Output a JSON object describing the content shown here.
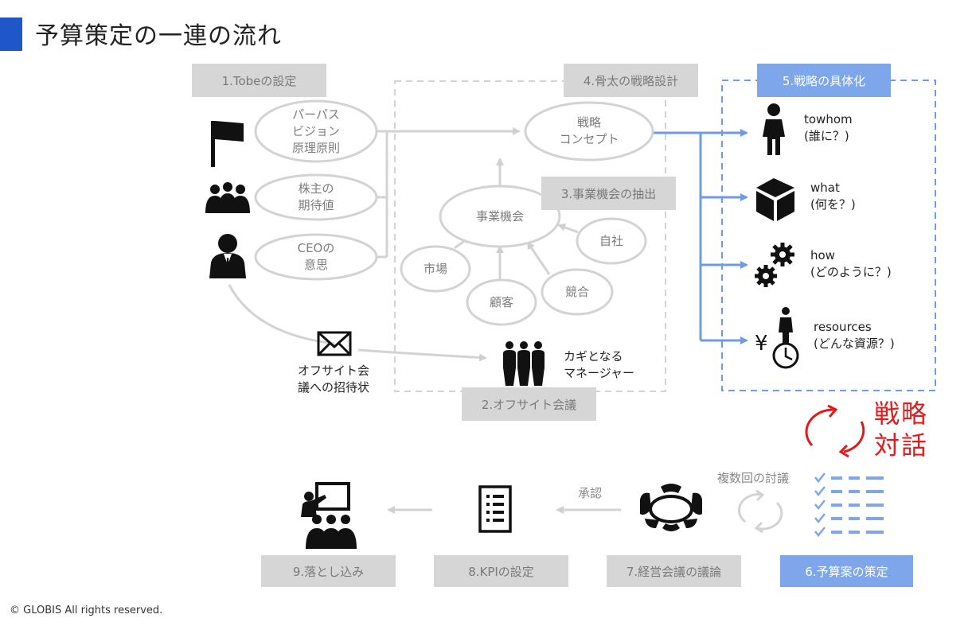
{
  "title": "予算策定の一連の流れ",
  "copyright": "© GLOBIS All rights reserved.",
  "steps": {
    "s1": "1.Tobeの設定",
    "s2": "2.オフサイト会議",
    "s3": "3.事業機会の抽出",
    "s4": "4.骨太の戦略設計",
    "s5": "5.戦略の具体化",
    "s6": "6.予算案の策定",
    "s7": "7.経営会議の議論",
    "s8": "8.KPIの設定",
    "s9": "9.落とし込み"
  },
  "ovals": {
    "purpose": "パーパス\nビジョン\n原理原則",
    "shareholder": "株主の\n期待値",
    "ceo": "CEOの\n意思",
    "concept": "戦略\nコンセプト",
    "opportunity": "事業機会",
    "market": "市場",
    "customer": "顧客",
    "competitor": "競合",
    "company": "自社"
  },
  "labels": {
    "invite": "オフサイト会\n議への招待状",
    "managers": "カギとなる\nマネージャー",
    "towhom": "towhom\n(誰に？)",
    "what": "what\n(何を？)",
    "how": "how\n(どのように？)",
    "resources": "resources\n(どんな資源？)",
    "dialogue": "戦略\n対話",
    "discussions": "複数回の討議",
    "approval": "承認"
  },
  "icons": [
    "flag-icon",
    "group-icon",
    "businessman-icon",
    "envelope-icon",
    "managers-icon",
    "person-icon",
    "box-icon",
    "gears-icon",
    "yen-person-clock-icon",
    "cycle-icon",
    "checklist-icon",
    "meeting-table-icon",
    "document-icon",
    "presentation-icon"
  ],
  "colors": {
    "accent": "#1f57c8",
    "blue": "#7da7ea",
    "gray_box": "#d6d6d6",
    "red": "#e01b1b"
  }
}
